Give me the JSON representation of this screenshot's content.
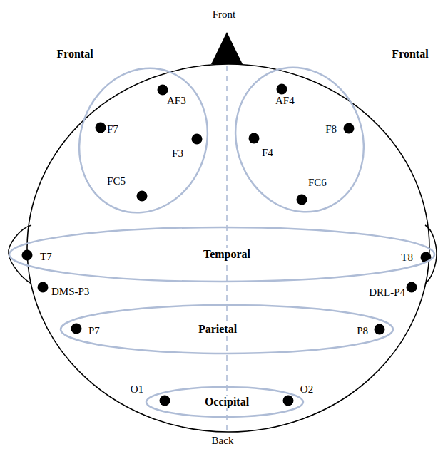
{
  "diagram": {
    "nodes": [
      {
        "text": [
          "Frontal",
          "AF3",
          "F7",
          "F3",
          "FC5"
        ]
      },
      {
        "text": [
          "Frontal",
          "AF4",
          "F8",
          "F4",
          "FC6"
        ]
      },
      {
        "text": [
          "T7",
          "Temporal",
          "T8"
        ]
      },
      {
        "text": [
          "P7",
          "Parietal",
          "P8"
        ]
      },
      {
        "text": [
          "O1",
          "Occipital",
          "O2"
        ]
      }
    ],
    "labels": [
      "Front",
      "DMS-P3",
      "DRL-P4",
      "Back"
    ]
  }
}
